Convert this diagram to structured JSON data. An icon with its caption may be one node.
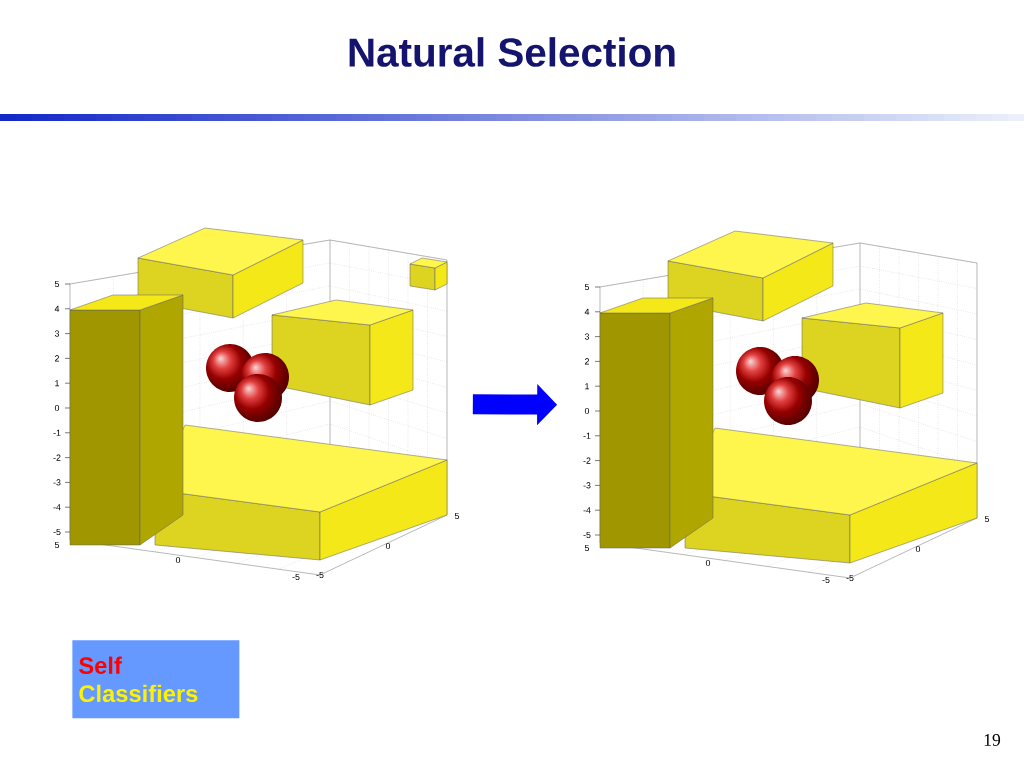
{
  "diagram": {
    "title": "Natural Selection",
    "nodes": [
      {
        "text": [],
        "shape": "picture"
      },
      {
        "text": [],
        "shape": "picture"
      },
      {
        "text": [
          "Self",
          "Classifiers"
        ]
      }
    ],
    "edges": [
      {
        "from": 0,
        "to": 1,
        "arrow": "to",
        "color": "#0000ff"
      }
    ],
    "labels": [
      "5",
      "4",
      "3",
      "2",
      "1",
      "0",
      "-1",
      "-2",
      "-3",
      "-4",
      "-5",
      "5",
      "0",
      "-5",
      "-5",
      "0",
      "5",
      "5",
      "4",
      "3",
      "2",
      "1",
      "0",
      "-1",
      "-2",
      "-3",
      "-4",
      "-5",
      "5",
      "0",
      "-5",
      "-5",
      "0",
      "5",
      "19"
    ]
  }
}
